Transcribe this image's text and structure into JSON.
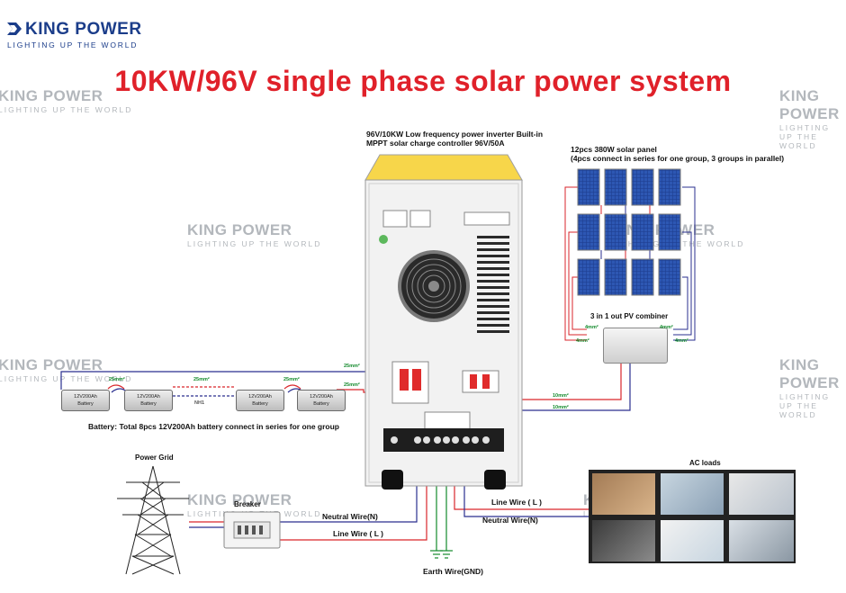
{
  "logo": {
    "brand": "KING POWER",
    "tagline": "LIGHTING UP THE WORLD"
  },
  "title": "10KW/96V single  phase solar power system",
  "watermark": {
    "brand": "KING POWER",
    "tagline": "LIGHTING UP THE WORLD"
  },
  "inverter": {
    "label_line1": "96V/10KW Low frequency power inverter Built-in",
    "label_line2": "MPPT solar charge controller 96V/50A"
  },
  "solar": {
    "label_line1": "12pcs 380W solar panel",
    "label_line2": "(4pcs connect in series for one group, 3 groups in parallel)",
    "combiner_label": "3 in 1 out PV combiner",
    "cable_4mm": "4mm²"
  },
  "battery": {
    "unit_label_line1": "12V200Ah",
    "unit_label_line2": "Battery",
    "caption": "Battery:  Total 8pcs 12V200Ah battery connect in series for one group",
    "link_cable": "25mm²",
    "main_cable": "25mm²",
    "nh": "NH1"
  },
  "pv_cable": "10mm²",
  "grid": {
    "label": "Power Grid",
    "breaker": "Breaker"
  },
  "wires": {
    "neutral": "Neutral Wire(N)",
    "line": "Line Wire ( L )",
    "earth": "Earth Wire(GND)"
  },
  "ac_loads": {
    "label": "AC loads"
  },
  "colors": {
    "title": "#e0212a",
    "brand": "#1b3d8a",
    "line_wire": "#d9262b",
    "neutral_wire": "#2a2f8f",
    "cable_label": "#138a2c"
  }
}
